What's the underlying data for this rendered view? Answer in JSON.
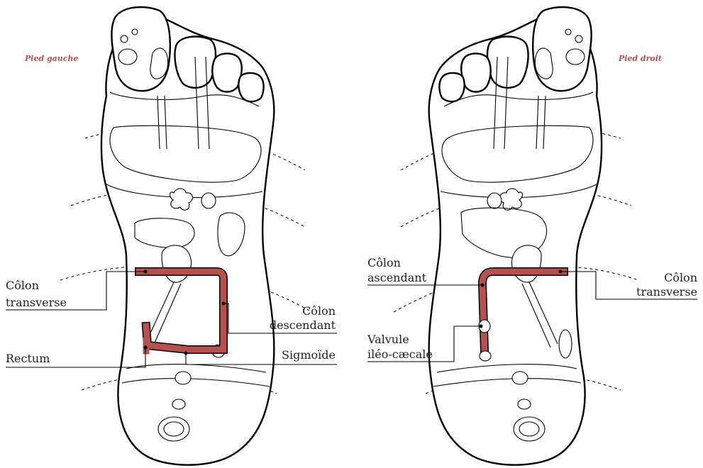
{
  "titles": {
    "left": "Pied gauche",
    "right": "Pied droit"
  },
  "left_labels": {
    "colon_transverse": [
      "Côlon",
      "transverse"
    ],
    "colon_descendant": [
      "Côlon",
      "descendant"
    ],
    "rectum": "Rectum",
    "sigmoide": "Sigmoïde"
  },
  "right_labels": {
    "colon_ascendant": [
      "Côlon",
      "ascendant"
    ],
    "valvule": [
      "Valvule",
      "iléo-cæcale"
    ],
    "colon_transverse": [
      "Côlon",
      "transverse"
    ]
  },
  "colors": {
    "highlight": "#b5524f",
    "title": "#b5524f",
    "line": "#000000"
  }
}
